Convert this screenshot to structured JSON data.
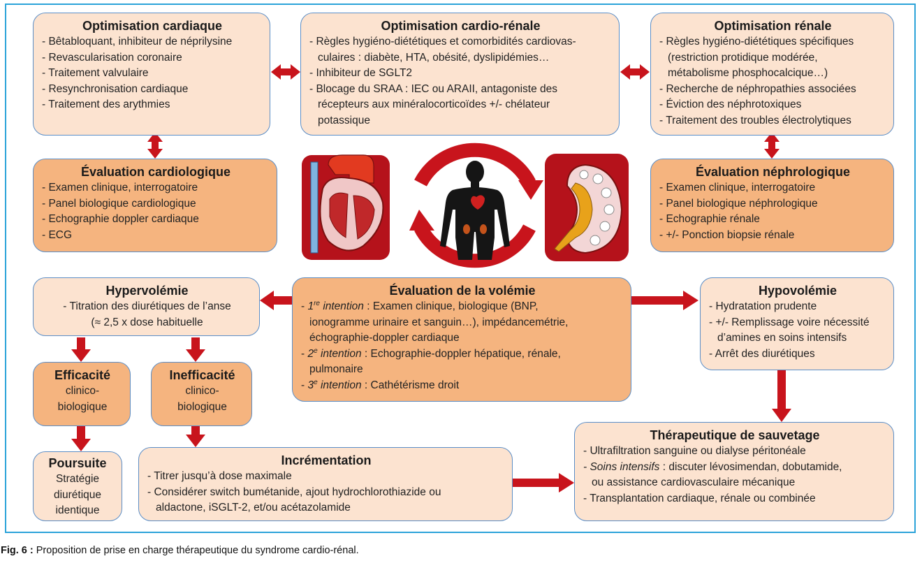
{
  "colors": {
    "frame_border": "#2ba3d9",
    "box_border": "#5b8ec7",
    "light_fill": "#fce3d0",
    "dark_fill": "#f5b47f",
    "arrow_red": "#c8141c",
    "illustration_red": "#b5121b"
  },
  "opt_cardiaque": {
    "title": "Optimisation cardiaque",
    "items": [
      "- Bêtabloquant, inhibiteur de néprilysine",
      "- Revascularisation coronaire",
      "- Traitement valvulaire",
      "- Resynchronisation cardiaque",
      "- Traitement des arythmies"
    ]
  },
  "opt_cardio_renale": {
    "title": "Optimisation cardio-rénale",
    "items": [
      "- Règles hygiéno-diététiques et comorbidités cardiovas-",
      "culaires : diabète, HTA, obésité, dyslipidémies…",
      "- Inhibiteur de SGLT2",
      "- Blocage du SRAA : IEC ou ARAII, antagoniste des",
      "récepteurs aux minéralocorticoïdes +/- chélateur",
      "potassique"
    ]
  },
  "opt_renale": {
    "title": "Optimisation rénale",
    "items": [
      "- Règles hygiéno-diététiques spécifiques",
      "(restriction protidique modérée,",
      "métabolisme phosphocalcique…)",
      "- Recherche de néphropathies associées",
      "- Éviction des néphrotoxiques",
      "- Traitement des troubles électrolytiques"
    ]
  },
  "eval_cardio": {
    "title": "Évaluation cardiologique",
    "items": [
      "- Examen clinique, interrogatoire",
      "- Panel biologique cardiologique",
      "- Echographie doppler cardiaque",
      "- ECG"
    ]
  },
  "eval_nephro": {
    "title": "Évaluation néphrologique",
    "items": [
      "- Examen clinique, interrogatoire",
      "- Panel biologique néphrologique",
      "- Echographie rénale",
      "- +/- Ponction biopsie rénale"
    ]
  },
  "hypervolemie": {
    "title": "Hypervolémie",
    "items": [
      "- Titration des diurétiques de l’anse",
      "(≈ 2,5 x dose habituelle"
    ]
  },
  "volemie": {
    "title": "Évaluation de la volémie",
    "i1_num": "1",
    "i1_sup": "re",
    "i1_label": "intention",
    "i1_text": ": Examen clinique, biologique (BNP,",
    "i1_l2": "ionogramme urinaire et sanguin…), impédancemétrie,",
    "i1_l3": "échographie-doppler cardiaque",
    "i2_num": "2",
    "i2_sup": "e",
    "i2_label": "intention",
    "i2_text": ": Echographie-doppler hépatique, rénale,",
    "i2_l2": "pulmonaire",
    "i3_num": "3",
    "i3_sup": "e",
    "i3_label": "intention",
    "i3_text": ": Cathétérisme droit"
  },
  "hypovolemie": {
    "title": "Hypovolémie",
    "items": [
      "- Hydratation prudente",
      "- +/- Remplissage voire nécessité",
      "d’amines en soins intensifs",
      "- Arrêt des diurétiques"
    ]
  },
  "efficacite": {
    "title": "Efficacité",
    "l1": "clinico-",
    "l2": "biologique"
  },
  "inefficacite": {
    "title": "Inefficacité",
    "l1": "clinico-",
    "l2": "biologique"
  },
  "poursuite": {
    "title": "Poursuite",
    "l1": "Stratégie",
    "l2": "diurétique",
    "l3": "identique"
  },
  "incrementation": {
    "title": "Incrémentation",
    "items": [
      "- Titrer jusqu’à dose maximale",
      "- Considérer switch bumétanide, ajout hydrochlorothiazide ou",
      "aldactone, iSGLT-2, et/ou acétazolamide"
    ]
  },
  "sauvetage": {
    "title": "Thérapeutique de sauvetage",
    "l1": "- Ultrafiltration sanguine ou dialyse péritonéale",
    "l2_ital": "- Soins intensifs",
    "l2_rest": ": discuter lévosimendan, dobutamide,",
    "l3": "ou assistance cardiovasculaire mécanique",
    "l4": "- Transplantation cardiaque, rénale ou combinée"
  },
  "caption": {
    "label": "Fig. 6 :",
    "text": "Proposition de prise en charge thérapeutique du syndrome cardio-rénal."
  }
}
